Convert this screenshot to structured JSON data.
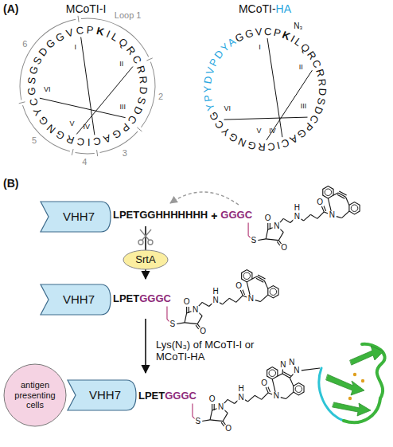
{
  "diagram": {
    "nodes": [
      {
        "text": [
          "VHH7"
        ]
      },
      {
        "text": [
          "SrtA"
        ]
      },
      {
        "text": [
          "VHH7"
        ]
      },
      {
        "text": [
          "antigen presenting cells"
        ]
      },
      {
        "text": [
          "VHH7"
        ]
      }
    ],
    "labels": [
      "(A)",
      "MCoTI-I",
      "MCoTI-",
      "HA",
      "SDGGVCP",
      "K",
      "ILQRCRRDSDCPGACICRGNGYCGSG",
      "Loop 1",
      "2",
      "3",
      "4",
      "5",
      "6",
      "I",
      "II",
      "III",
      "IV",
      "V",
      "VI",
      "GGVCP",
      "K",
      "ILQRCRRDSDCPGACICRGNGYCG",
      "YPYDVPDYA",
      "N₃",
      "I",
      "II",
      "III",
      "IV",
      "V",
      "VI",
      "(B)",
      "LPETGGHHHHHHH",
      "+",
      "GGGC",
      "S",
      "N",
      "O",
      "O",
      "H",
      "N",
      "O",
      "N",
      "LPET",
      "GGGC",
      "S",
      "N",
      "O",
      "O",
      "H",
      "N",
      "O",
      "N",
      "Lys(N₃) of MCoTI-I or MCoTI-HA",
      "LPET",
      "GGGC",
      "S",
      "N",
      "O",
      "O",
      "H",
      "N",
      "O",
      "N",
      "N",
      "N",
      "N"
    ]
  }
}
